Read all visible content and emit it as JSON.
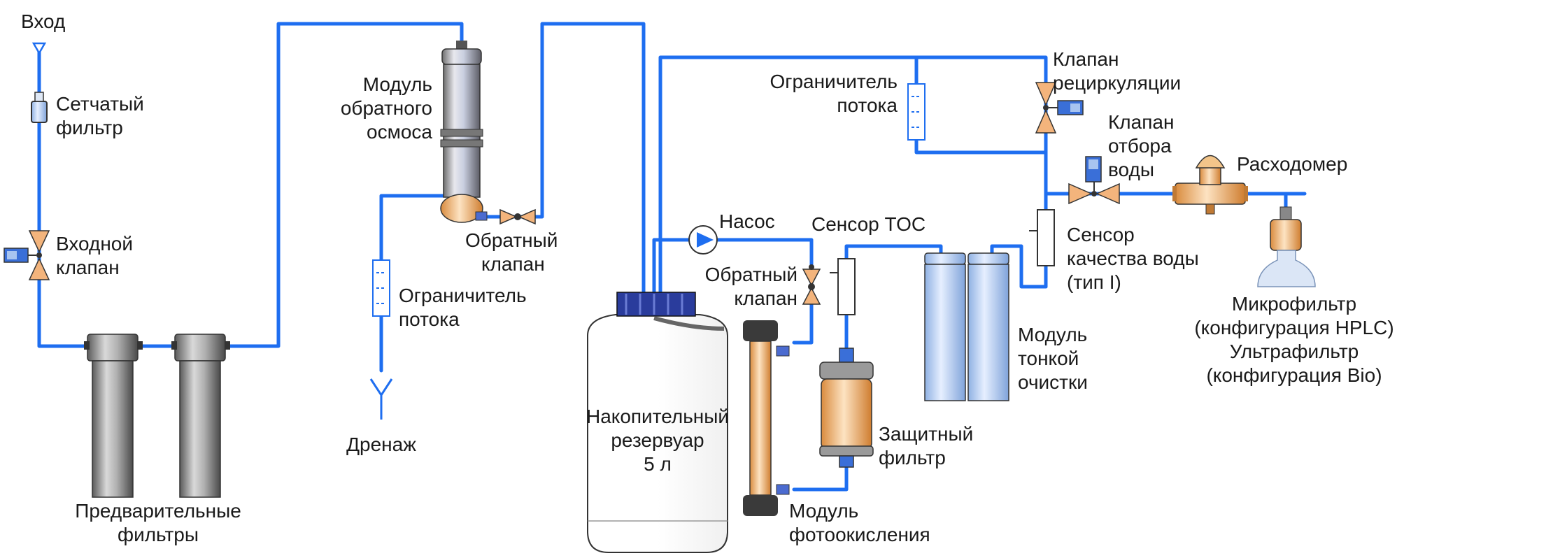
{
  "colors": {
    "pipe": "#1e6ef0",
    "valve": "#f3b47c",
    "cartridge_grey": "#8e8e8e",
    "module_blue": "#b8d0f0",
    "reservoir_cap": "#2a3c9c",
    "photo_module": "#f3c58a",
    "actuator": "#3a6fd8"
  },
  "labels": {
    "inlet": "Вход",
    "mesh_filter": [
      "Сетчатый",
      "фильтр"
    ],
    "inlet_valve": [
      "Входной",
      "клапан"
    ],
    "prefilters": [
      "Предварительные",
      "фильтры"
    ],
    "ro_module": [
      "Модуль",
      "обратного",
      "осмоса"
    ],
    "check_valve_ro": [
      "Обратный",
      "клапан"
    ],
    "flow_restrictor_drain": [
      "Ограничитель",
      "потока"
    ],
    "drain": "Дренаж",
    "reservoir": [
      "Накопительный",
      "резервуар",
      "5 л"
    ],
    "pump": "Насос",
    "check_valve_pump": [
      "Обратный",
      "клапан"
    ],
    "photo_module": [
      "Модуль",
      "фотоокисления"
    ],
    "toc_sensor": "Сенсор TOC",
    "protective_filter": [
      "Защитный",
      "фильтр"
    ],
    "polishing_module": [
      "Модуль",
      "тонкой",
      "очистки"
    ],
    "flow_restrictor_loop": [
      "Ограничитель",
      "потока"
    ],
    "recirc_valve": [
      "Клапан",
      "рециркуляции"
    ],
    "dispense_valve": [
      "Клапан",
      "отбора",
      "воды"
    ],
    "flowmeter": "Расходомер",
    "quality_sensor": [
      "Сенсор",
      "качества воды",
      "(тип I)"
    ],
    "final_filter": [
      "Микрофильтр",
      "(конфигурация HPLC)",
      "Ультрафильтр",
      "(конфигурация Bio)"
    ]
  }
}
